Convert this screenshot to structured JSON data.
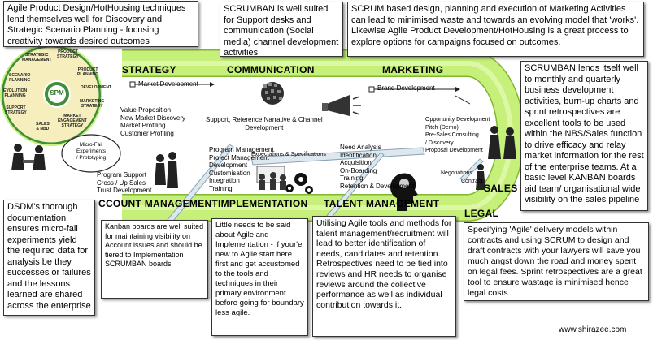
{
  "colors": {
    "track": "#c6f07a",
    "track_edge": "#7fb82f",
    "spm_core": "#3f8f3a",
    "spm_ring": "#f6efbd"
  },
  "boxes": {
    "agile_product_design": "Agile Product Design/HotHousing techniques lend themselves well for Discovery and Strategic Scenario Planning - focusing creativity towards desired outcomes",
    "scrumban_support": "SCRUMBAN is well suited for Support desks and communication (Social media) channel development activities",
    "scrum_marketing": "SCRUM based design, planning and execution of Marketing Activities can lead to minimised waste and towards an evolving model that 'works'.\nLikewise Agile Product Development/HotHousing is a great process to explore options for campaigns focused on outcomes.",
    "scrumban_sales": "SCRUMBAN lends itself well to monthly and quarterly business development activities, burn-up charts and sprint retrospectives are excellent tools to be used within the NBS/Sales function to drive efficacy and relay market information for the rest of the enterprise teams. At a basic level KANBAN boards aid team/ organisational wide visibility on the sales pipeline",
    "dsdm": "DSDM's thorough documentation ensures micro-fail experiments yield the required data for analysis be they successes or failures and the lessons learned are shared across the enterprise",
    "agile_legal": "Specifying 'Agile' delivery models within contracts and using SCRUM to design and draft contracts with your lawyers will save you much angst down the road and money spent on legal fees. Sprint retrospectives are a great tool to ensure wastage is minimised hence legal costs.",
    "kanban_account": "Kanban boards are well suited for maintaining visibility on Account issues and should be tiered to Implementation SCRUMBAN boards",
    "implementation_text": "Little needs to be said about Agile and Implementation - if your'e new to Agile start here first and get accustomed to the tools and techniques in their primary environment before going for boundary less agile.",
    "talent_text": "Utilising Agile tools and methods for talent management/recruitment will lead to better identification of needs, candidates and retention. Retrospectives need to be tied into reviews and HR needs to organise reviews around the collective performance as well as individual contribution towards it."
  },
  "sections": {
    "strategy": "STRATEGY",
    "communication": "COMMUNICATION",
    "marketing": "MARKETING",
    "sales": "SALES",
    "legal": "LEGAL",
    "account_management": "CCOUNT MANAGEMENT",
    "implementation": "IMPLEMENTATION",
    "talent_management": "TALENT MANAGEMENT"
  },
  "labels": {
    "market_development": "Market Development",
    "brand_development": "Brand Development",
    "strategy_list": "Value Proposition\nNew Market Discovery\nMarket Profiling\nCustomer Profiling",
    "communication_list": "Support, Reference Narrative & Channel\nDevelopment",
    "sales_list": "Opportunity Development\nPitch (Demo)\nPre-Sales Consulting\n/ Discovery\nProposal Development",
    "negotiations": "Negotiations",
    "contract": "Contract",
    "expectations": "Expectations & Specifications",
    "implementation_list": "Program Management\nProject Management\nDevelopment\nCustomisation\nIntegration\nTraining",
    "talent_list": "Need Analysis\nIdentification\nAcquisition\nOn-Boarding\nTraining\nRetention & Development",
    "account_list": "Program Support\nCross / Up Sales\nTrust Development",
    "micro_fail": "Micro-Fail\nExperiments\n/ Prototyping",
    "website": "www.shirazee.com"
  },
  "spm": {
    "center": "SPM",
    "segments": {
      "strategic_management": "STRATEGIC\nMANAGEMENT",
      "product_strategy": "PRODUCT\nSTRATEGY",
      "product_planning": "PRODUCT\nPLANNING",
      "scenario_planning": "SCENARIO\nPLANNING",
      "development": "DEVELOPMENT",
      "evolution_planning": "EVOLUTION\nPLANNING",
      "marketing_strategy": "MARKETING\nSTRATEGY",
      "support_strategy": "SUPPORT\nSTRATEGY",
      "sales_nbd": "SALES\n& NBD",
      "market_engagement_strategy": "MARKET\nENGAGEMENT\nSTRATEGY"
    }
  }
}
